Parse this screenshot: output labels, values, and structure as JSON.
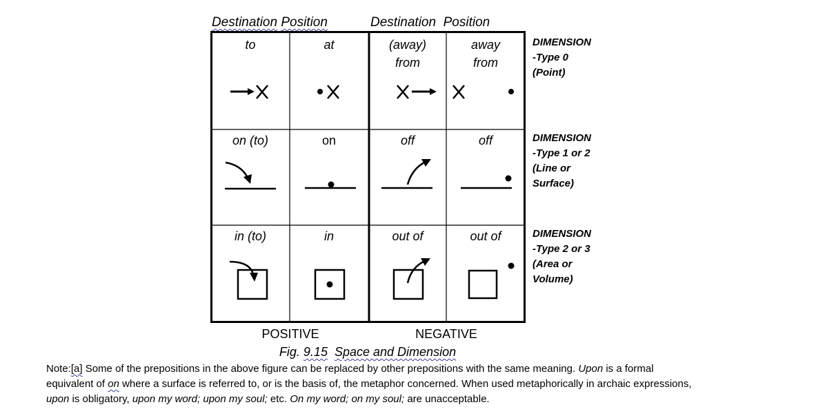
{
  "headers": {
    "positive": [
      "Destination",
      "Position"
    ],
    "negative": [
      "Destination",
      "Position"
    ]
  },
  "rows": [
    {
      "cells": [
        "to",
        "at",
        "(away)\nfrom",
        "away\nfrom"
      ],
      "dimension": [
        "DIMENSION",
        "-Type 0",
        "(Point)"
      ]
    },
    {
      "cells": [
        "on (to)",
        "on",
        "off",
        "off"
      ],
      "dimension": [
        "DIMENSION",
        "-Type 1 or 2",
        "(Line or",
        "Surface)"
      ]
    },
    {
      "cells": [
        "in (to)",
        "in",
        "out of",
        "out of"
      ],
      "dimension": [
        "DIMENSION",
        "-Type 2 or 3",
        "(Area or",
        "Volume)"
      ]
    }
  ],
  "footer": {
    "positive": "POSITIVE",
    "negative": "NEGATIVE"
  },
  "caption": {
    "prefix": "Fig. ",
    "number": "9.15",
    "title": "Space and Dimension"
  },
  "note": {
    "line1": [
      {
        "t": "Note:",
        "s": ""
      },
      {
        "t": "[a]",
        "s": "squig"
      },
      {
        "t": " Some of the prepositions in the above figure can be replaced by other prepositions with the same meaning.  ",
        "s": ""
      },
      {
        "t": "Upon",
        "s": "it"
      },
      {
        "t": " is a formal",
        "s": ""
      }
    ],
    "line2": [
      {
        "t": "equivalent of ",
        "s": ""
      },
      {
        "t": "on",
        "s": "it squig"
      },
      {
        "t": " where a surface is referred to, or is the basis of, the metaphor concerned.  When used metaphorically in archaic expressions,",
        "s": ""
      }
    ],
    "line3": [
      {
        "t": "upon",
        "s": "it"
      },
      {
        "t": " is obligatory, ",
        "s": ""
      },
      {
        "t": "upon my word; upon my soul;",
        "s": "it"
      },
      {
        "t": " etc.  ",
        "s": ""
      },
      {
        "t": "On my word; on my soul;",
        "s": "it"
      },
      {
        "t": " are unacceptable.",
        "s": ""
      }
    ]
  },
  "colors": {
    "ink": "#000000",
    "spellcheck_underline": "#3b3b9a"
  }
}
